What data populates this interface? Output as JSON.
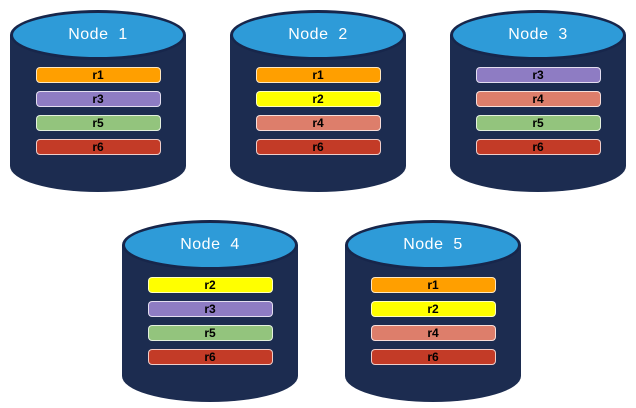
{
  "diagram": {
    "description": "Five database node cylinders holding replica bars"
  },
  "colors": {
    "canvas_background": "#FFFFFF",
    "cylinder_body": "#1C2C50",
    "cylinder_top": "#2E9BD8",
    "cylinder_outline": "#17264B",
    "node_label_text": "#FFFFFF",
    "bar_text": "#000000"
  },
  "replica_colors": {
    "r1": "#FF9F00",
    "r2": "#FFFF00",
    "r3": "#8E7CC3",
    "r4": "#DD7E6B",
    "r5": "#93C47D",
    "r6": "#C33B27"
  },
  "nodes": [
    {
      "label": "Node  1",
      "replicas": [
        "r1",
        "r3",
        "r5",
        "r6"
      ]
    },
    {
      "label": "Node  2",
      "replicas": [
        "r1",
        "r2",
        "r4",
        "r6"
      ]
    },
    {
      "label": "Node  3",
      "replicas": [
        "r3",
        "r4",
        "r5",
        "r6"
      ]
    },
    {
      "label": "Node  4",
      "replicas": [
        "r2",
        "r3",
        "r5",
        "r6"
      ]
    },
    {
      "label": "Node  5",
      "replicas": [
        "r1",
        "r2",
        "r4",
        "r6"
      ]
    }
  ]
}
